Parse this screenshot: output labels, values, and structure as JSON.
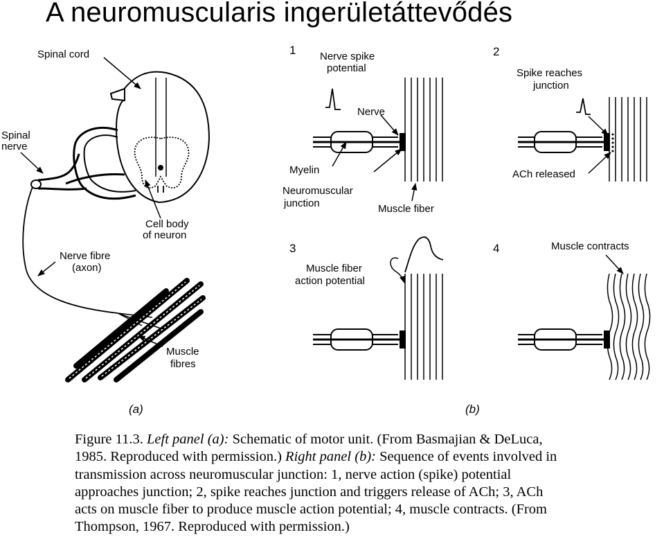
{
  "title": "A neuromuscularis ingerületáttevődés",
  "panel_a": {
    "labels": {
      "spinal_cord": "Spinal cord",
      "spinal_nerve_1": "Spinal",
      "spinal_nerve_2": "nerve",
      "cell_body_1": "Cell body",
      "cell_body_2": "of neuron",
      "nerve_fibre_1": "Nerve fibre",
      "nerve_fibre_2": "(axon)",
      "muscle_fibres_1": "Muscle",
      "muscle_fibres_2": "fibres"
    },
    "caption_letter": "(a)"
  },
  "panel_b": {
    "step1": {
      "number": "1",
      "spike_1": "Nerve spike",
      "spike_2": "potential",
      "nerve": "Nerve",
      "myelin": "Myelin",
      "nmj_1": "Neuromuscular",
      "nmj_2": "junction",
      "muscle_fiber": "Muscle fiber"
    },
    "step2": {
      "number": "2",
      "reaches_1": "Spike reaches",
      "reaches_2": "junction",
      "ach": "ACh released"
    },
    "step3": {
      "number": "3",
      "ap_1": "Muscle fiber",
      "ap_2": "action potential"
    },
    "step4": {
      "number": "4",
      "contracts": "Muscle contracts"
    },
    "caption_letter": "(b)"
  },
  "caption": {
    "fig_label": "Figure 11.3.",
    "left_panel": "Left panel (a):",
    "text_a": "Schematic of motor unit. (From Basmajian & DeLuca,",
    "line2_a": "1985. Reproduced with permission.)",
    "right_panel": "Right panel (b):",
    "line2_b": "Sequence of events involved in",
    "line3": "transmission across neuromuscular junction: 1, nerve action (spike) potential",
    "line4": "approaches junction; 2, spike reaches junction and triggers release of ACh; 3, ACh",
    "line5": "acts on muscle fiber to produce muscle action potential; 4, muscle contracts. (From",
    "line6": "Thompson, 1967. Reproduced with permission.)"
  }
}
